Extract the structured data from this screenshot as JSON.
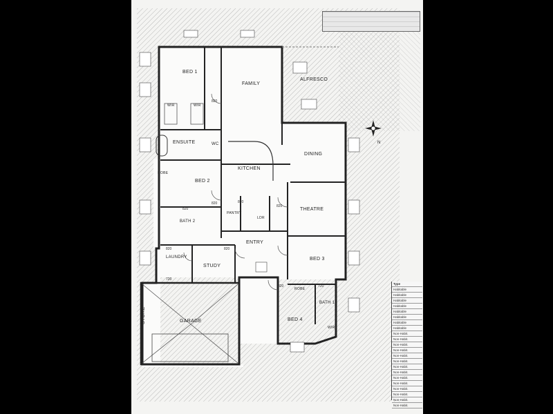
{
  "rooms": {
    "bed1": "BED 1",
    "family": "FAMILY",
    "alfresco": "ALFRESCO",
    "ensuite": "ENSUITE",
    "wc": "WC",
    "wir1": "WIR",
    "wir2": "WIR",
    "kitchen": "KITCHEN",
    "dining": "DINING",
    "bed2": "BED 2",
    "robe2": "ROBE",
    "pantry": "PANTRY",
    "ldr": "LDR",
    "theatre": "THEATRE",
    "bath2": "BATH 2",
    "entry": "ENTRY",
    "laundry": "LAUNDRY",
    "study": "STUDY",
    "bed3": "BED 3",
    "robe3": "ROBE",
    "bath1": "BATH 1",
    "bed4": "BED 4",
    "wir4": "WIR",
    "store": "STORE",
    "garage": "GARAGE"
  },
  "dimensions": {
    "d1": "820",
    "d2": "820",
    "d3": "820",
    "d4": "820",
    "d5": "820",
    "d6": "820",
    "d7": "820",
    "d8": "720",
    "d9": "720",
    "d10": "820"
  },
  "schedule_header": "Type",
  "schedule_rows": [
    "Habitable",
    "Habitable",
    "Habitable",
    "Habitable",
    "Habitable",
    "Habitable",
    "Habitable",
    "Habitable",
    "Non-Habit.",
    "Non-Habit.",
    "Non-Habit.",
    "Non-Habit.",
    "Non-Habit.",
    "Non-Habit.",
    "Non-Habit.",
    "Non-Habit.",
    "Non-Habit.",
    "Non-Habit.",
    "Non-Habit.",
    "Non-Habit.",
    "Non-Habit.",
    "Non-Habit."
  ],
  "compass": "N",
  "colors": {
    "background": "#000000",
    "paper": "#f4f4f2",
    "ink": "#222222",
    "hatch": "#8a8a8a"
  }
}
